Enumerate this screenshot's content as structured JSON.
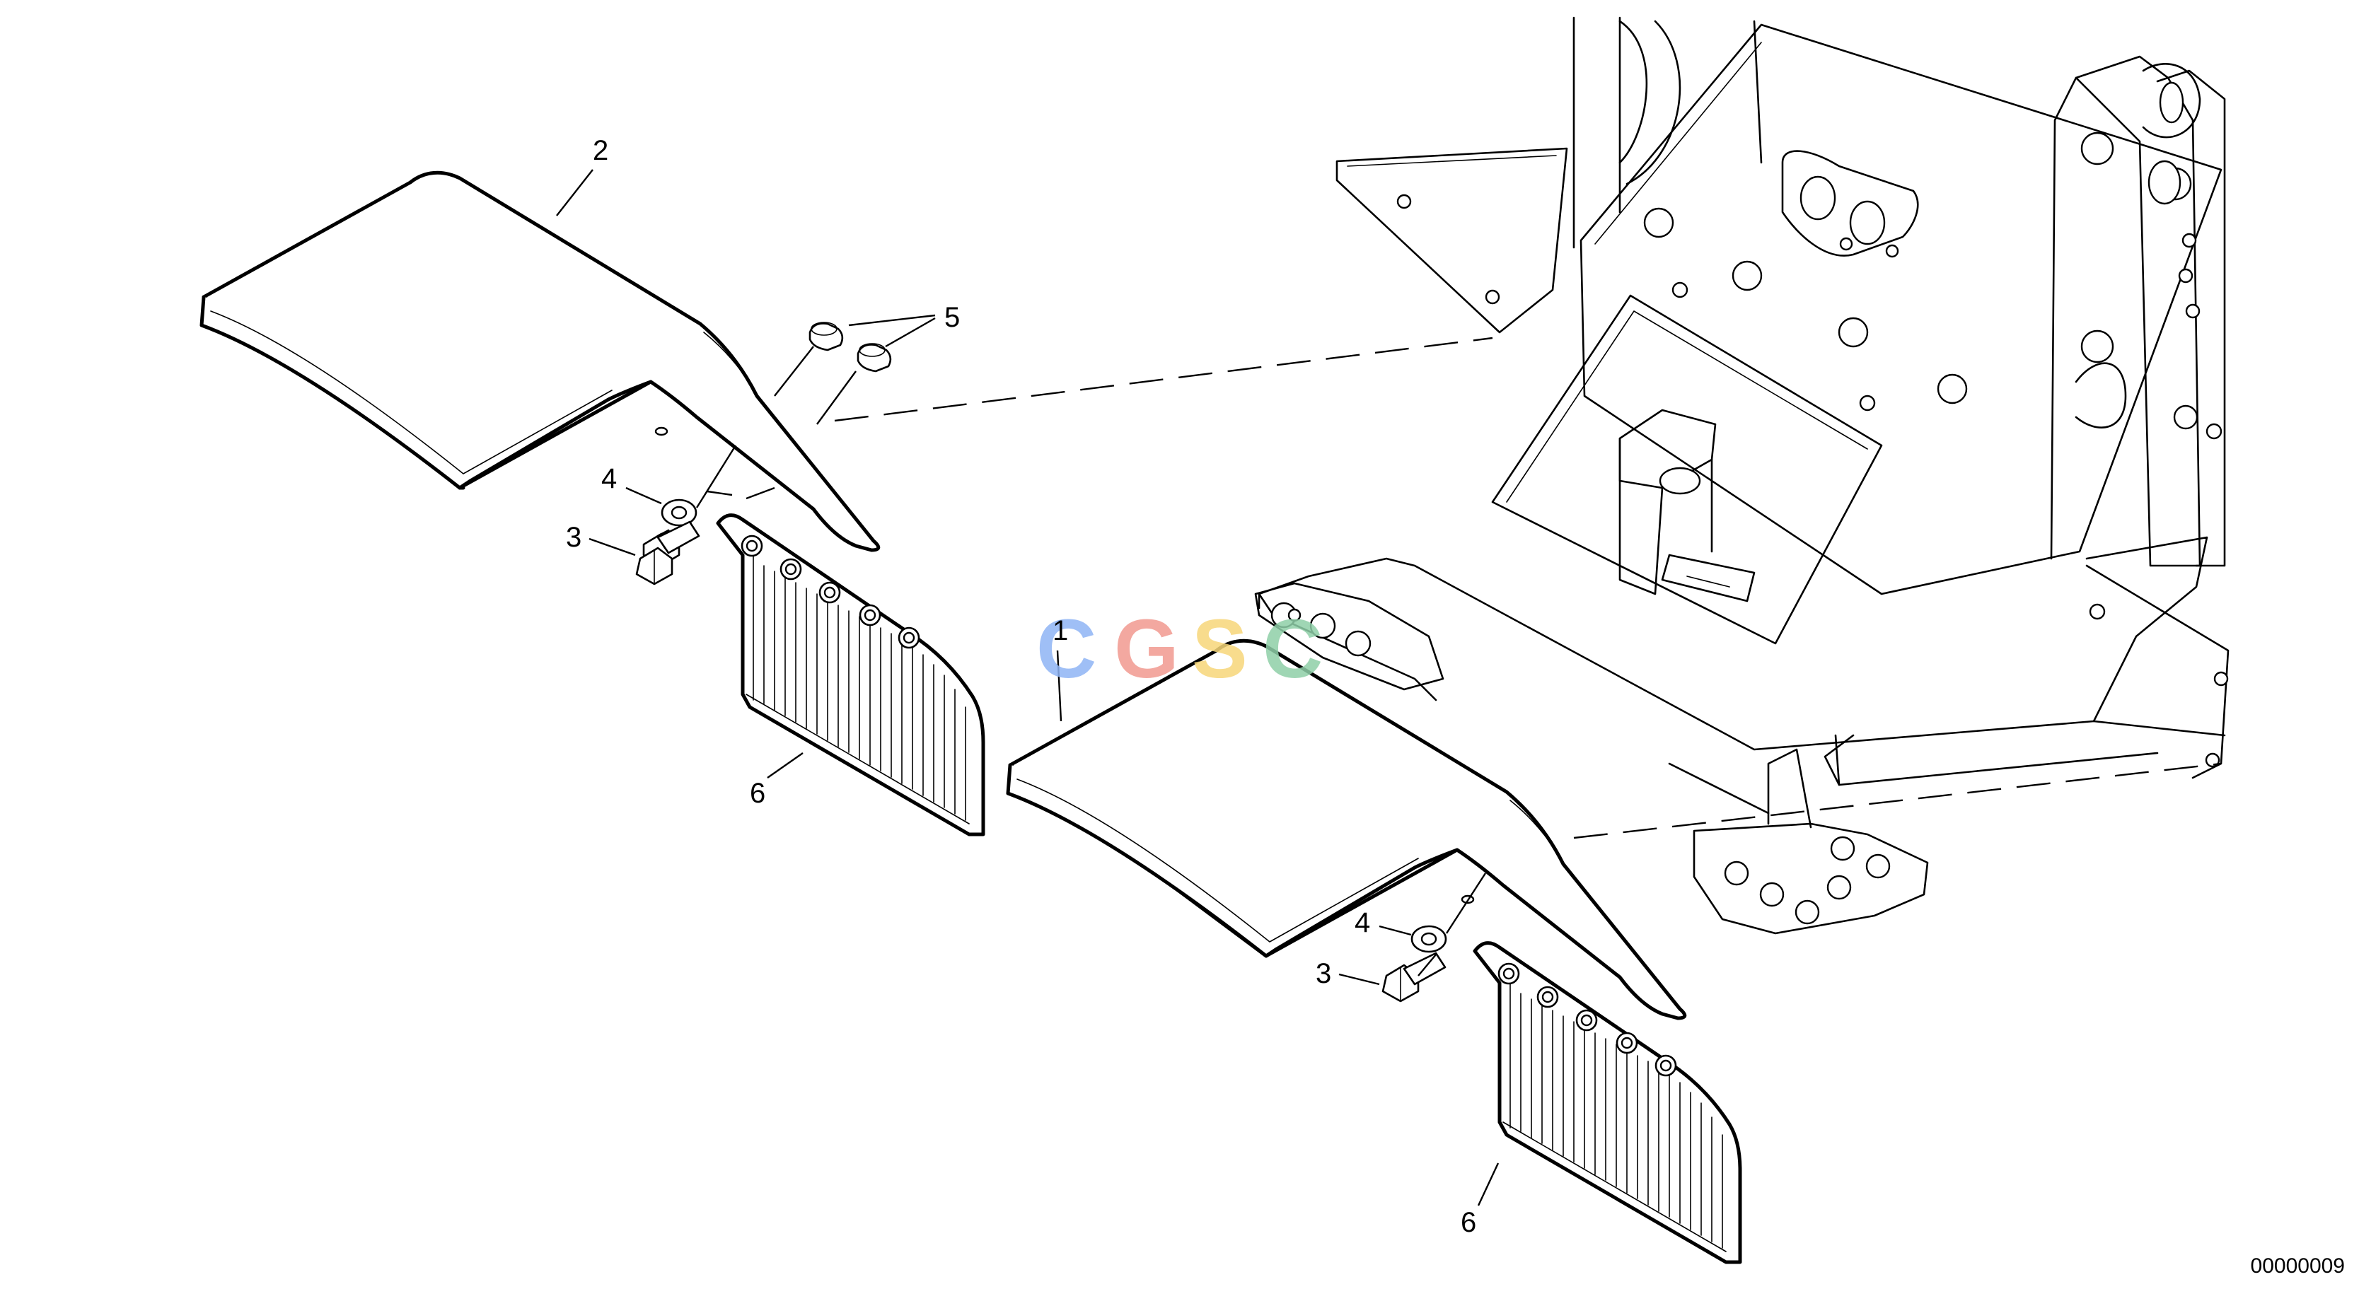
{
  "diagram": {
    "drawing_code": "00000009",
    "watermark": {
      "letters": [
        "C",
        "G",
        "S",
        "C"
      ],
      "colors": [
        "#8fb4f5",
        "#f19a90",
        "#f7d77a",
        "#8fcfa8"
      ]
    },
    "callouts": {
      "c1": "1",
      "c2": "2",
      "c3_left": "3",
      "c3_right": "3",
      "c4_left": "4",
      "c4_right": "4",
      "c5": "5",
      "c6_left": "6",
      "c6_right": "6"
    }
  }
}
